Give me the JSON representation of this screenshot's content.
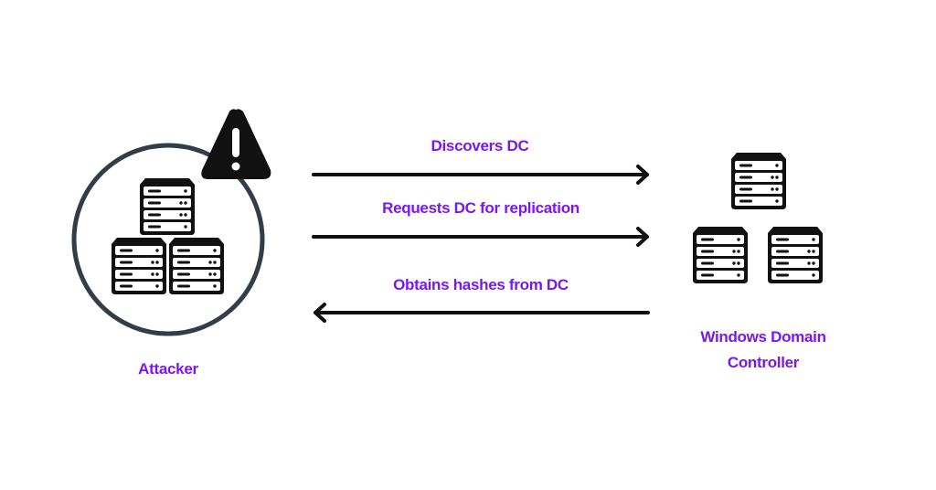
{
  "diagram": {
    "title": "DCSync attack flow",
    "accent_color": "#7a16f2",
    "nodes": [
      {
        "id": "attacker",
        "label": "Attacker",
        "icon": "server-stack-icon",
        "badge_icon": "warning-icon"
      },
      {
        "id": "dc",
        "label_line1": "Windows Domain",
        "label_line2": "Controller",
        "icon": "server-stack-icon"
      }
    ],
    "edges": [
      {
        "from": "attacker",
        "to": "dc",
        "label": "Discovers DC"
      },
      {
        "from": "attacker",
        "to": "dc",
        "label": "Requests DC for replication"
      },
      {
        "from": "dc",
        "to": "attacker",
        "label": "Obtains hashes from DC"
      }
    ]
  }
}
